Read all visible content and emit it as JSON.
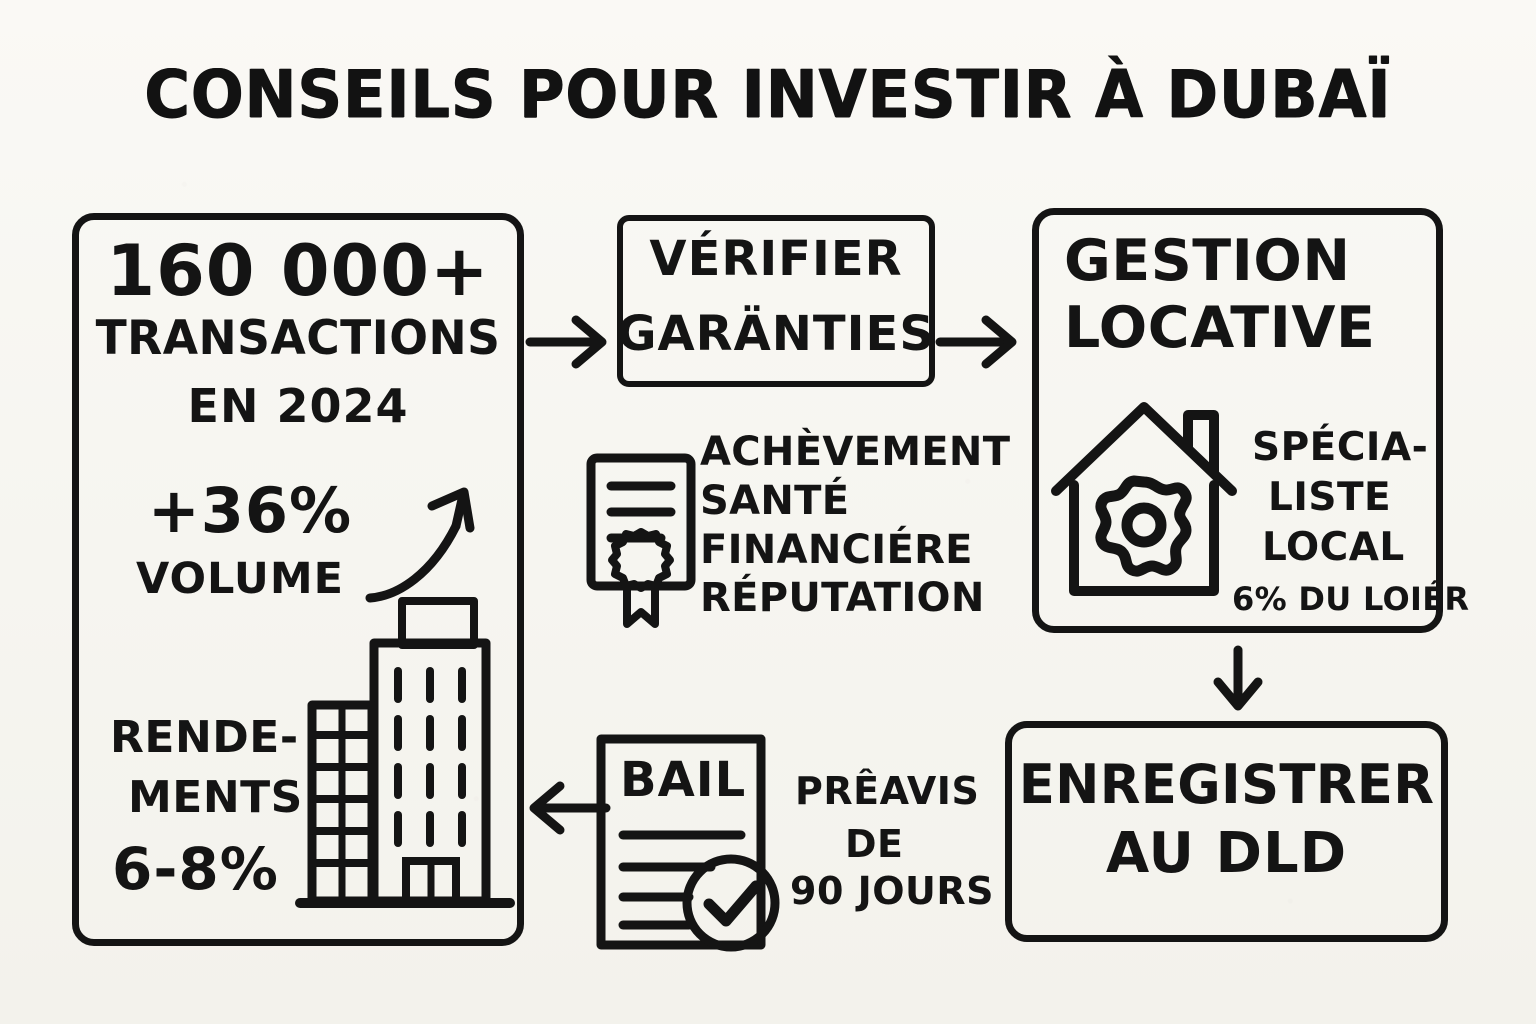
{
  "page": {
    "title": "CONSEILS POUR INVESTIR À DUBAÏ",
    "background_color": "#f7f6f1",
    "ink_color": "#141414",
    "style": "hand-drawn marker sketch infographic"
  },
  "left_panel": {
    "name": "market-stats-panel",
    "stat_headline": "160 000+",
    "stat_label_line1": "TRANSACTIONS",
    "stat_label_line2": "EN 2024",
    "growth_value": "+36%",
    "growth_label": "VOLUME",
    "yield_line1": "RENDE-",
    "yield_line2": "MENTS",
    "yield_value": "6-8%",
    "icons": [
      "growth-arrow-icon",
      "buildings-icon"
    ]
  },
  "verify_box": {
    "name": "verify-guarantees-box",
    "line1": "VÉRIFIER",
    "line2": "GARÄNTIES"
  },
  "checklist": {
    "name": "developer-checklist",
    "icon": "certificate-icon",
    "items": [
      "ACHÈVEMENT",
      "SANTÉ",
      "FINANCIÉRE",
      "RÉPUTATION"
    ]
  },
  "gestion_panel": {
    "name": "property-management-panel",
    "line1": "GESTION",
    "line2": "LOCATIVE",
    "icon": "house-gear-icon",
    "specialist_line1": "SPÉCIA-",
    "specialist_line2": "LISTE",
    "specialist_line3": "LOCAL",
    "fee_note": "6% DU LOIÉR"
  },
  "dld_box": {
    "name": "register-dld-box",
    "line1": "ENREGISTRER",
    "line2": "AU DLD"
  },
  "lease_block": {
    "name": "lease-block",
    "document_label": "BAIL",
    "icon": "check-circle-icon",
    "notice_line1": "PRÊAVIS",
    "notice_line2": "DE",
    "notice_line3": "90 JOURS"
  },
  "arrows": [
    {
      "name": "arrow-stats-to-verify",
      "direction": "right"
    },
    {
      "name": "arrow-verify-to-gestion",
      "direction": "right"
    },
    {
      "name": "arrow-gestion-to-dld",
      "direction": "down"
    },
    {
      "name": "arrow-bail-to-stats",
      "direction": "left"
    }
  ]
}
